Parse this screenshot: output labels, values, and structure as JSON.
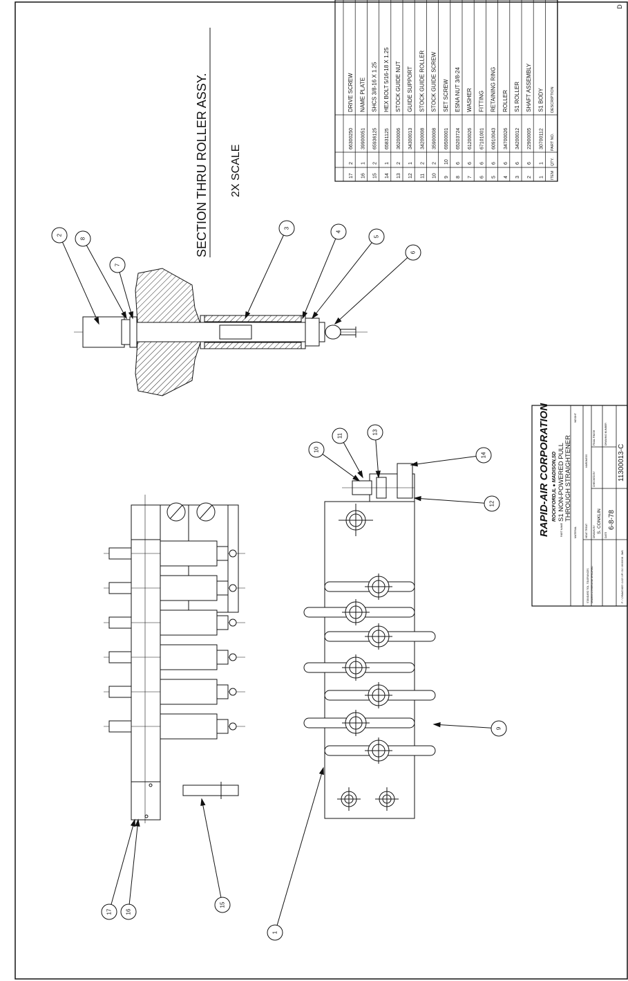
{
  "drawing": {
    "section_title": "SECTION THRU ROLLER ASSY.",
    "scale_note": "2X SCALE",
    "balloons": [
      "1",
      "2",
      "3",
      "4",
      "5",
      "6",
      "7",
      "8",
      "9",
      "10",
      "11",
      "12",
      "13",
      "14",
      "15",
      "16",
      "17"
    ]
  },
  "bom": {
    "header": {
      "item": "ITEM",
      "qty": "QTY.",
      "part_no": "PART NO.",
      "description": "DESCRIPTION"
    },
    "rows": [
      {
        "item": "17",
        "qty": "2",
        "part_no": "66300250",
        "description": "DRIVE SCREW"
      },
      {
        "item": "16",
        "qty": "1",
        "part_no": "39900051",
        "description": "NAME PLATE"
      },
      {
        "item": "15",
        "qty": "2",
        "part_no": "65936125",
        "description": "SHCS 3/8-16 X 1.25"
      },
      {
        "item": "14",
        "qty": "1",
        "part_no": "65831125",
        "description": "HEX BOLT 5/16-18 X 1.25"
      },
      {
        "item": "13",
        "qty": "2",
        "part_no": "36200006",
        "description": "STOCK GUIDE NUT"
      },
      {
        "item": "12",
        "qty": "1",
        "part_no": "34300013",
        "description": "GUIDE SUPPORT"
      },
      {
        "item": "11",
        "qty": "2",
        "part_no": "34200008",
        "description": "STOCK GUIDE ROLLER"
      },
      {
        "item": "10",
        "qty": "2",
        "part_no": "35900008",
        "description": "STOCK GUIDE SCREW"
      },
      {
        "item": "9",
        "qty": "10",
        "part_no": "69500001",
        "description": "SET SCREW"
      },
      {
        "item": "8",
        "qty": "6",
        "part_no": "65203724",
        "description": "ESNA NUT 3/8-24"
      },
      {
        "item": "7",
        "qty": "6",
        "part_no": "61200026",
        "description": "WASHER"
      },
      {
        "item": "6",
        "qty": "6",
        "part_no": "67101001",
        "description": "FITTING"
      },
      {
        "item": "5",
        "qty": "6",
        "part_no": "60910043",
        "description": "RETAINING RING"
      },
      {
        "item": "4",
        "qty": "6",
        "part_no": "34700026",
        "description": "ROLLER"
      },
      {
        "item": "3",
        "qty": "6",
        "part_no": "34200012",
        "description": "S1 ROLLER"
      },
      {
        "item": "2",
        "qty": "6",
        "part_no": "22900005",
        "description": "SHAFT ASSEMBLY"
      },
      {
        "item": "1",
        "qty": "1",
        "part_no": "30700112",
        "description": "S1 BODY"
      }
    ]
  },
  "title_block": {
    "company": "RAPID-AIR CORPORATION",
    "location": "ROCKFORD,IL ● MADISON,SD",
    "part_name_label": "PART NAME",
    "part_name_line1": "S1 NON-POWERED PULL",
    "part_name_line2": "THROUGH STRAIGHTENER",
    "material_label": "MATERIAL",
    "heat_treat_label": "HEAT TREAT",
    "hardness_label": "HARDNESS",
    "final_finish_label": "FINAL FINISH",
    "weight_label": "WEIGHT",
    "drawn_by_label": "DRAWN BY",
    "drawn_by": "S. CONKLIN",
    "checked_by_label": "CHECKED BY",
    "drawing_number_label": "DRAWING NUMBER",
    "drawing_number": "11300013-C",
    "date_label": "DATE",
    "date": "6-8-78",
    "file_path": "F:\\DRAWINGS\\CAD\\VM\\S1\\060008.DWG",
    "tolerance_lines": [
      "STANDARD TOL. TOLERANCES",
      "UNLESS OTHERWISE SPECIFIED"
    ],
    "sheet_letter": "D"
  }
}
